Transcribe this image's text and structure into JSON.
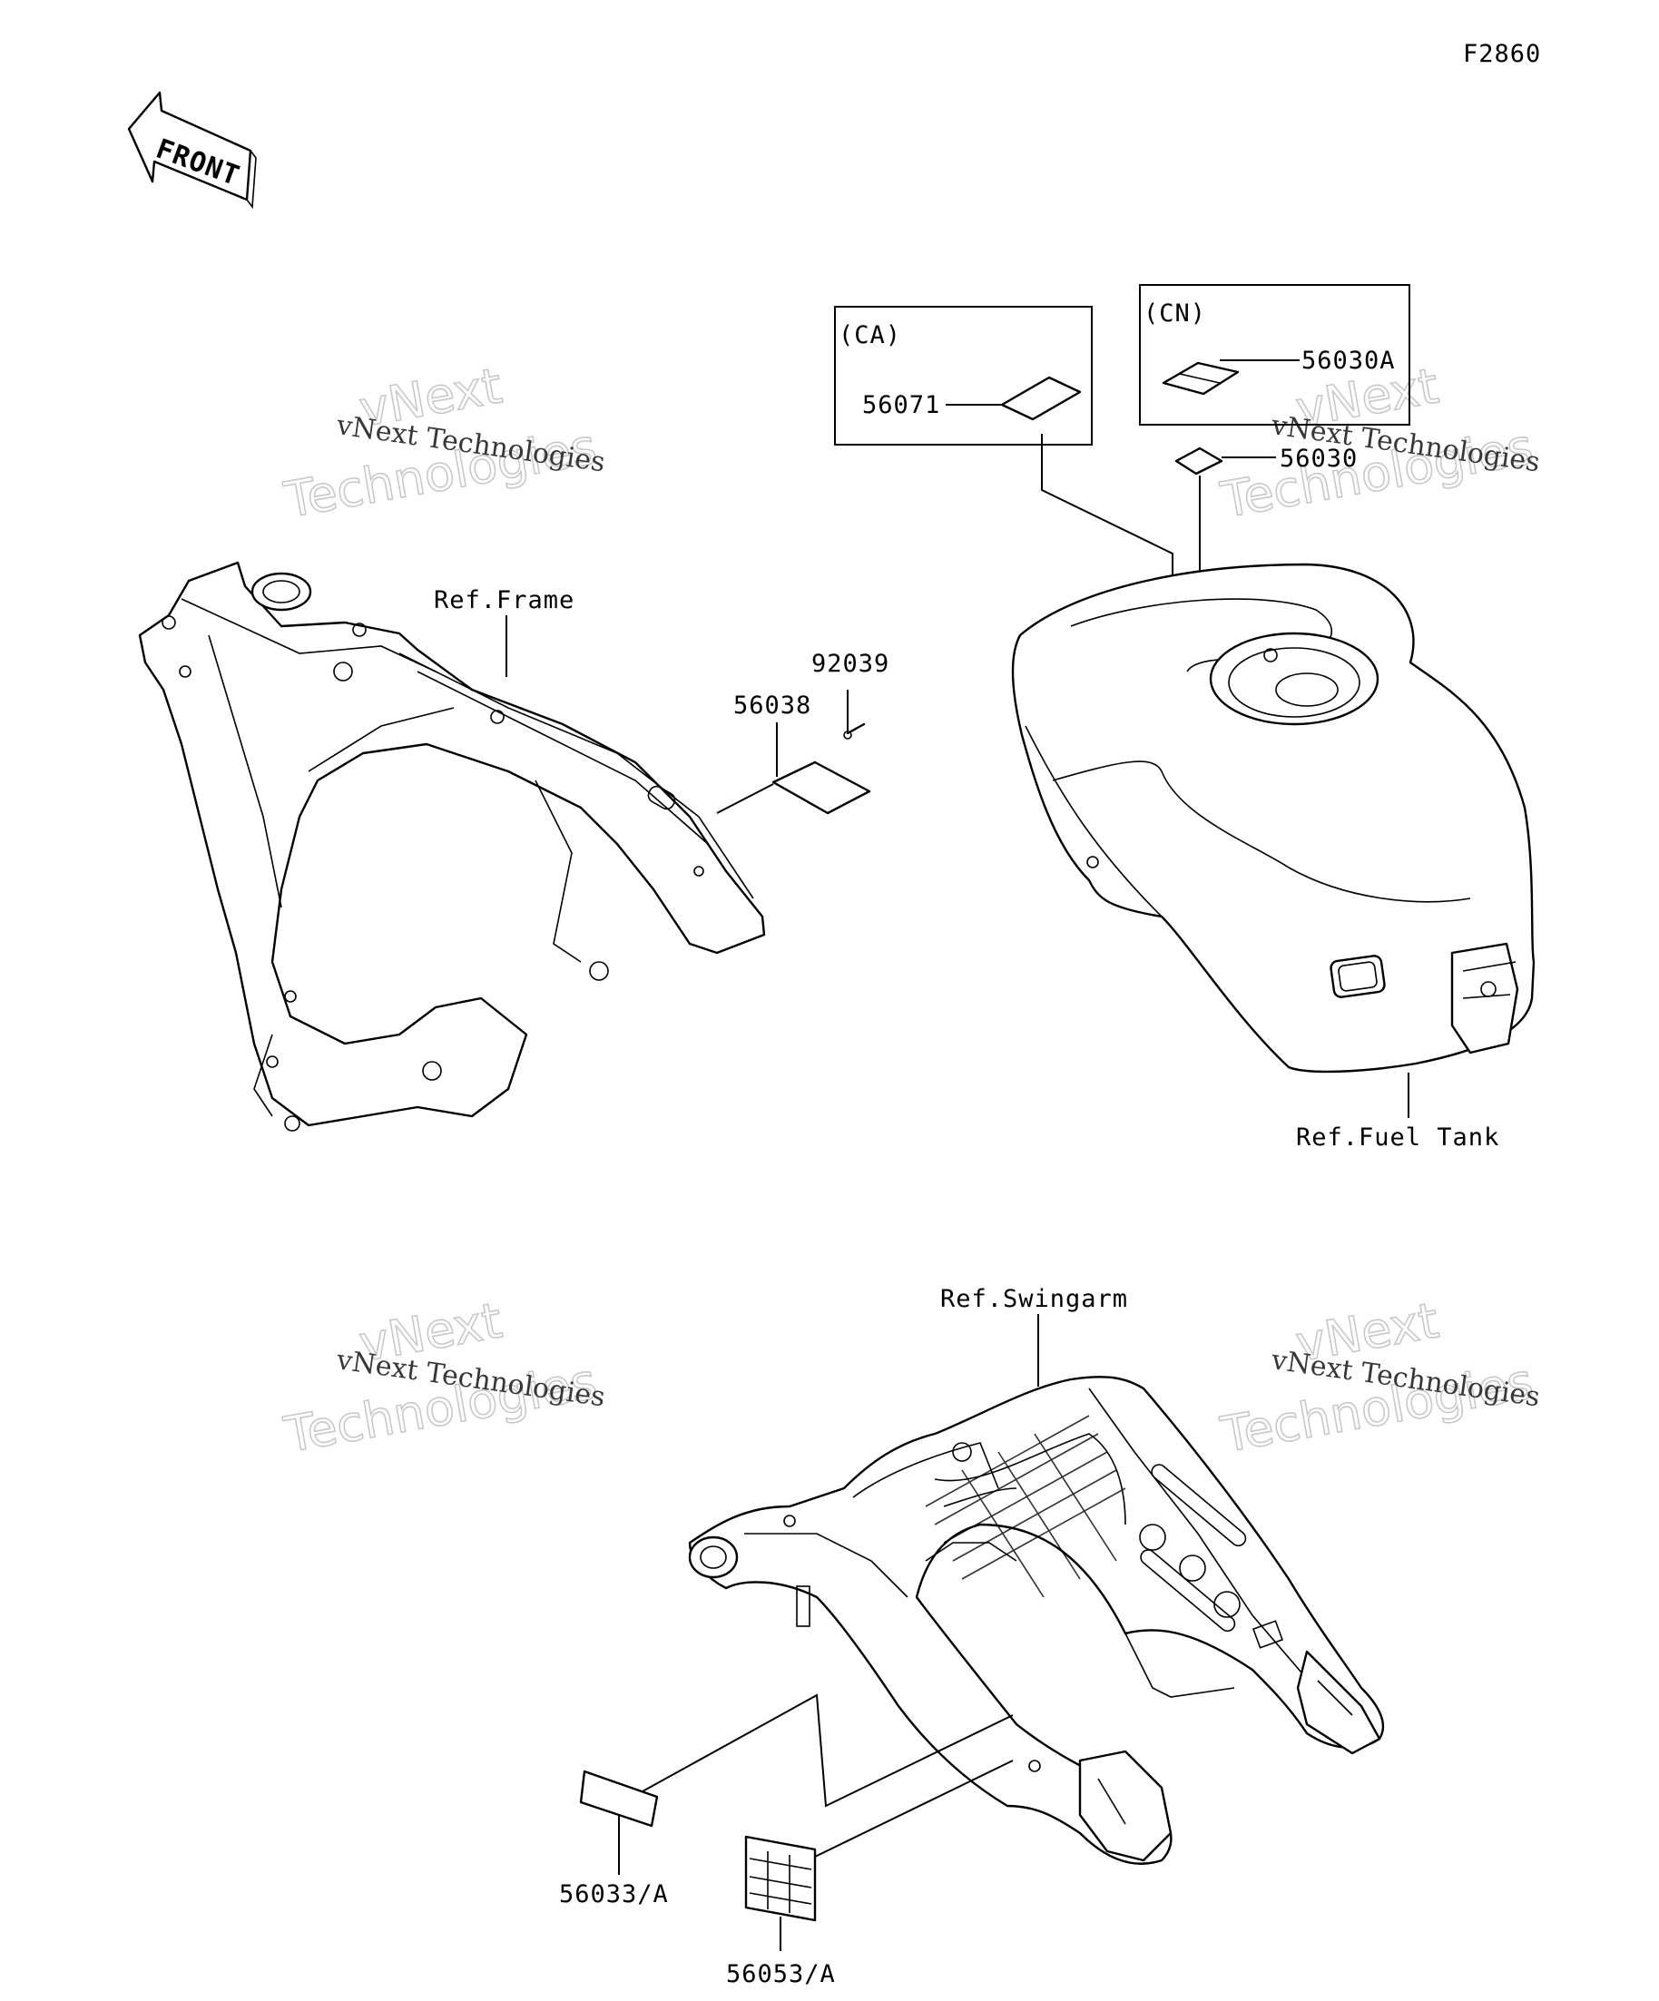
{
  "figure_code": "F2860",
  "front_arrow_text": "FRONT",
  "watermark": {
    "line1": "vNext Technologies",
    "line2": "vNext",
    "line3": "Technologies"
  },
  "region_boxes": {
    "ca": "(CA)",
    "cn": "(CN)"
  },
  "part_numbers": {
    "p56071": "56071",
    "p56030A": "56030A",
    "p56030": "56030",
    "p92039": "92039",
    "p56038": "56038",
    "p56033A": "56033/A",
    "p56053A": "56053/A"
  },
  "references": {
    "frame": "Ref.Frame",
    "fuel_tank": "Ref.Fuel Tank",
    "swingarm": "Ref.Swingarm"
  }
}
